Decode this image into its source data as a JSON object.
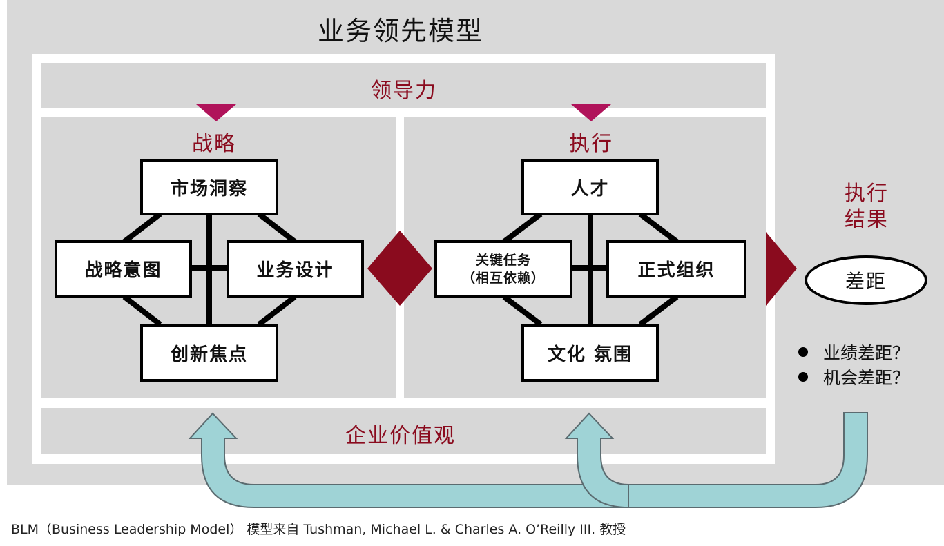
{
  "title": "业务领先模型",
  "top_band": "领导力",
  "bottom_band": "企业价值观",
  "strategy": {
    "heading": "战略",
    "top": "市场洞察",
    "left": "战略意图",
    "right": "业务设计",
    "bottom": "创新焦点"
  },
  "execution": {
    "heading": "执行",
    "top": "人才",
    "left_line1": "关键任务",
    "left_line2": "（相互依赖）",
    "right": "正式组织",
    "bottom": "文化 氛围"
  },
  "result": {
    "heading_line1": "执行",
    "heading_line2": "结果",
    "gap": "差距",
    "bullets": [
      "业绩差距？",
      "机会差距？"
    ]
  },
  "caption": "BLM（Business Leadership Model） 模型来自 Tushman, Michael L. & Charles A. O’Reilly III. 教授",
  "colors": {
    "accent_red": "#8a0b1e",
    "triangle_magenta": "#b0135a",
    "arrow_teal": "#9fd3d6",
    "panel_gray": "#d7d7d7",
    "background_gray": "#d9d9d9"
  }
}
